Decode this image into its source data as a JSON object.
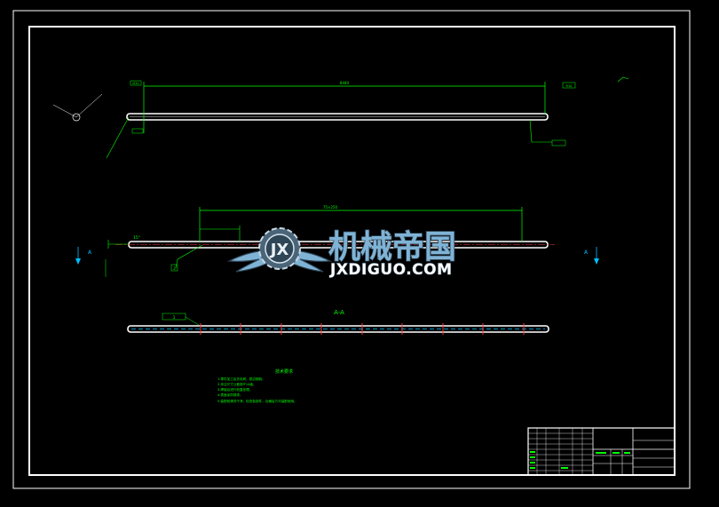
{
  "drawing": {
    "section_label": "A-A",
    "section_marker_left": "A",
    "section_marker_right": "A",
    "angle_label": "15°",
    "dims": {
      "overall_length": "8440",
      "middle_length": "75×250",
      "small_left": "Ø10",
      "small_mid": "R10",
      "callout_1": "1",
      "callout_2": "2"
    },
    "notes": {
      "title": "技术要求",
      "lines": [
        "1.零件加工后去毛刺，锐边倒钝。",
        "2.未注尺寸公差按IT14级。",
        "3.焊接后进行校直处理。",
        "4.表面涂防锈漆。",
        "5.装配前清洗干净，检查各部件，合格后方可装配使用。"
      ]
    }
  },
  "watermark": {
    "cn_text": "机械帝国",
    "en_text": "JXDIGUO.COM",
    "emblem_text": "JX"
  },
  "colors": {
    "background": "#000000",
    "frame": "#ffffff",
    "dimension": "#00ff00",
    "centerline": "#ff3333",
    "marker": "#00bfff",
    "watermark_blue": "#7fb3d5",
    "watermark_dark": "#4a6478"
  }
}
